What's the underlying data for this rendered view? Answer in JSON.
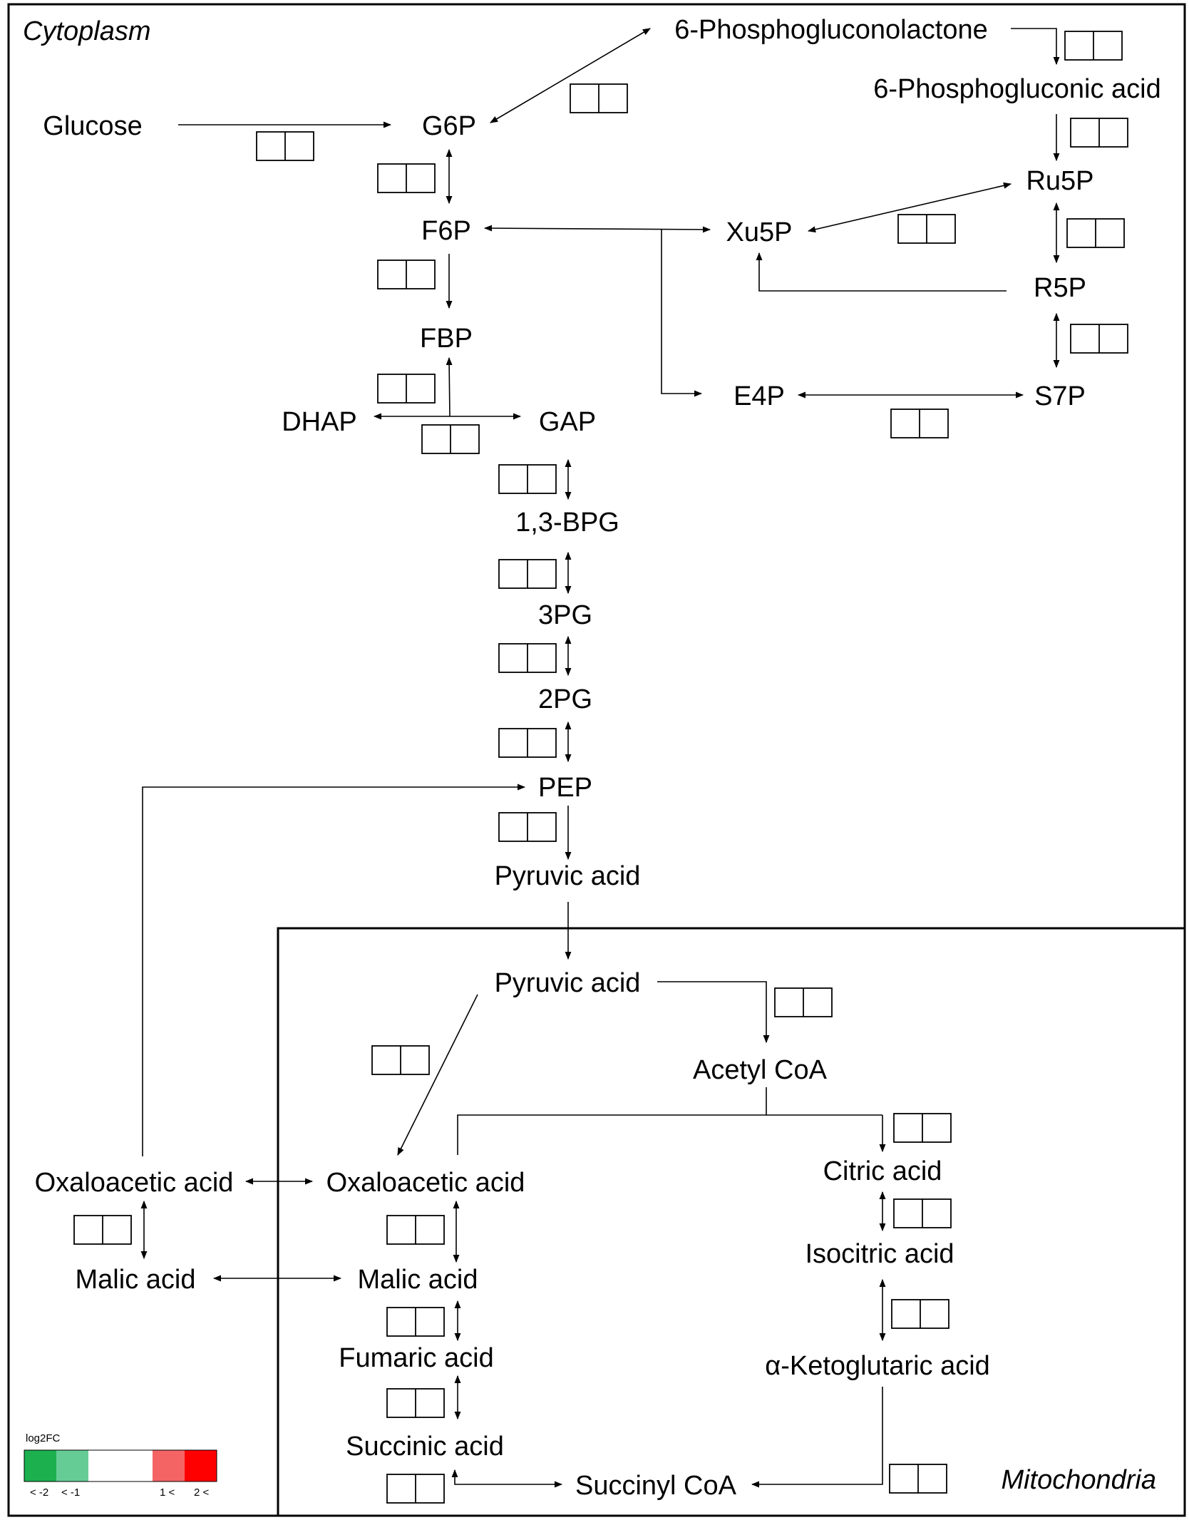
{
  "compartments": {
    "cytoplasm": "Cytoplasm",
    "mitochondria": "Mitochondria"
  },
  "nodes": {
    "glucose": "Glucose",
    "g6p": "G6P",
    "f6p": "F6P",
    "fbp": "FBP",
    "dhap": "DHAP",
    "gap": "GAP",
    "bpg": "1,3-BPG",
    "pg3": "3PG",
    "pg2": "2PG",
    "pep": "PEP",
    "pyruvate_cyto": "Pyruvic acid",
    "pgl": "6-Phosphogluconolactone",
    "pga": "6-Phosphogluconic acid",
    "ru5p": "Ru5P",
    "xu5p": "Xu5P",
    "r5p": "R5P",
    "e4p": "E4P",
    "s7p": "S7P",
    "pyruvate_mito": "Pyruvic acid",
    "acetyl_coa": "Acetyl CoA",
    "citric": "Citric acid",
    "isocitric": "Isocitric acid",
    "akg": "α-Ketoglutaric acid",
    "succinyl_coa": "Succinyl CoA",
    "succinic": "Succinic acid",
    "fumaric": "Fumaric acid",
    "malic_mito": "Malic acid",
    "oaa_mito": "Oxaloacetic acid",
    "oaa_cyto": "Oxaloacetic acid",
    "malic_cyto": "Malic acid"
  },
  "legend": {
    "title": "log2FC",
    "ticks": [
      "< -2",
      "< -1",
      "1 <",
      "2 <"
    ],
    "colors": {
      "down2": "#1db04f",
      "down1": "#66cc96",
      "neutral": "#ffffff",
      "up1": "#f46464",
      "up2": "#ff0000"
    }
  },
  "expression_boxes": [
    {
      "id": "pgl-pga",
      "cells": [
        [
          "up1",
          "up1",
          "up1",
          "up1"
        ],
        []
      ]
    },
    {
      "id": "g6p-pgl",
      "cells": [
        [],
        []
      ]
    },
    {
      "id": "glucose-g6p",
      "cells": [
        [],
        []
      ]
    },
    {
      "id": "pga-ru5p",
      "cells": [
        [],
        []
      ]
    },
    {
      "id": "g6p-f6p",
      "cells": [
        [],
        []
      ]
    },
    {
      "id": "ru5p-xu5p",
      "cells": [
        [
          "up1",
          "up1"
        ],
        []
      ]
    },
    {
      "id": "ru5p-r5p",
      "cells": [
        [
          "up1",
          "up1"
        ],
        []
      ]
    },
    {
      "id": "f6p-fbp",
      "cells": [
        [
          "down1",
          "down1"
        ],
        []
      ]
    },
    {
      "id": "r5p-s7p",
      "cells": [
        [],
        []
      ]
    },
    {
      "id": "fbp-gap",
      "cells": [
        [
          "up1",
          "up1"
        ],
        []
      ]
    },
    {
      "id": "e4p-s7p",
      "cells": [
        [],
        []
      ]
    },
    {
      "id": "dhap-gap",
      "cells": [
        [
          "up1",
          "up1",
          "up1"
        ],
        []
      ]
    },
    {
      "id": "gap-bpg",
      "cells": [
        [],
        []
      ]
    },
    {
      "id": "bpg-3pg",
      "cells": [
        [
          "up1",
          "up1"
        ],
        [
          "up1"
        ]
      ]
    },
    {
      "id": "3pg-2pg",
      "cells": [
        [],
        []
      ]
    },
    {
      "id": "2pg-pep",
      "cells": [
        [
          "up1"
        ],
        []
      ]
    },
    {
      "id": "pep-pyr",
      "cells": [
        [
          "up1",
          "down2",
          "down2",
          "down2"
        ],
        []
      ]
    },
    {
      "id": "pyr-acetyl",
      "cells": [
        [
          "up1",
          "up1"
        ],
        []
      ]
    },
    {
      "id": "pyr-oaa",
      "cells": [
        [],
        []
      ]
    },
    {
      "id": "acetyl-citric",
      "cells": [
        [
          "up1"
        ],
        []
      ]
    },
    {
      "id": "citric-isocitric",
      "cells": [
        [
          "up1"
        ],
        []
      ]
    },
    {
      "id": "isocitric-akg",
      "cells": [
        [],
        []
      ]
    },
    {
      "id": "oaa-malic-cyto",
      "cells": [
        [],
        []
      ]
    },
    {
      "id": "oaa-malic-mito",
      "cells": [
        [
          "up1"
        ],
        []
      ]
    },
    {
      "id": "malic-fumaric",
      "cells": [
        [],
        []
      ]
    },
    {
      "id": "fumaric-succinic",
      "cells": [
        [
          "up1"
        ],
        []
      ]
    },
    {
      "id": "succinic-succinylcoa",
      "cells": [
        [],
        []
      ]
    },
    {
      "id": "akg-succinylcoa",
      "cells": [
        [],
        []
      ]
    }
  ]
}
